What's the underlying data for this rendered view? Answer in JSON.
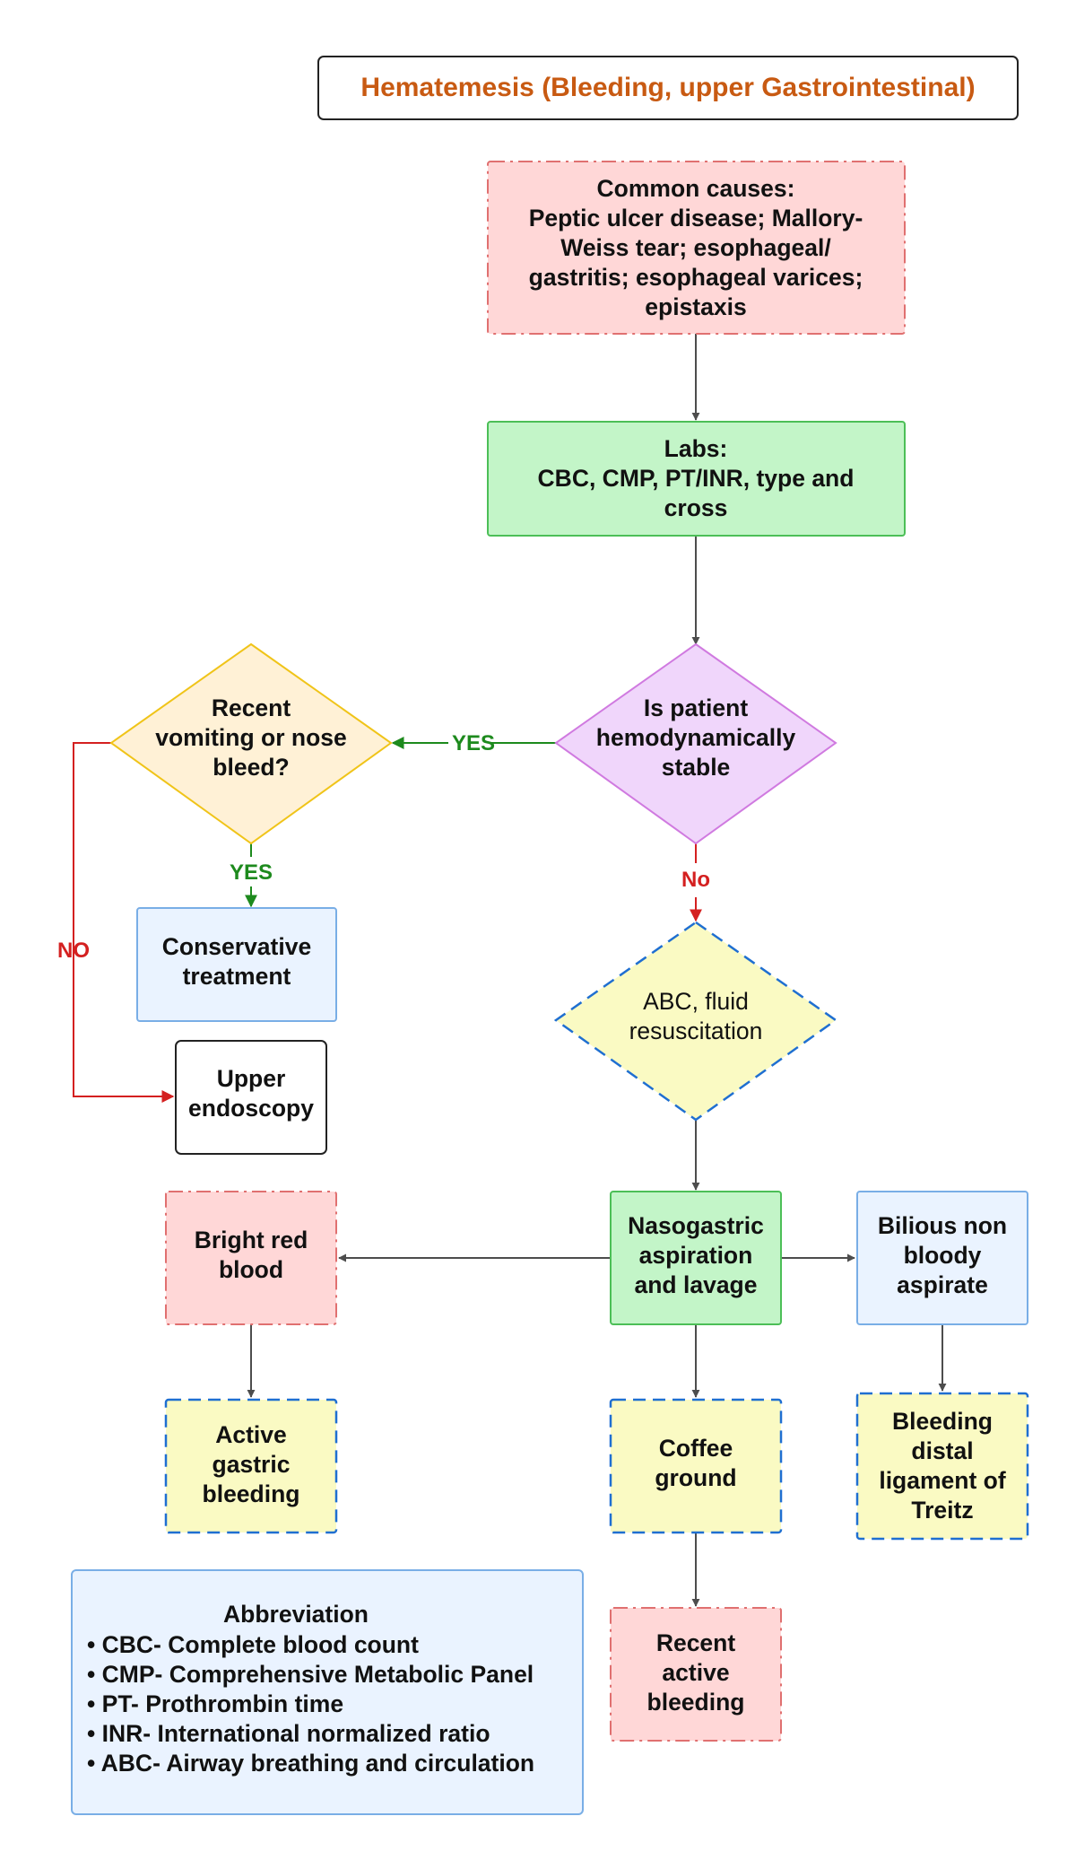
{
  "title": "Hematemesis (Bleeding, upper Gastrointestinal)",
  "colors": {
    "title_text": "#c85a12",
    "pink_fill": "#ffd7d7",
    "pink_stroke": "#e07070",
    "green_fill": "#c3f5c8",
    "green_stroke": "#4cbf57",
    "purple_fill": "#f0d6fb",
    "purple_stroke": "#d07ae0",
    "orange_fill": "#fff1d6",
    "orange_stroke": "#f0c419",
    "yellow_fill": "#fafac3",
    "yellow_stroke": "#1f6fd1",
    "blue_fill": "#eaf3ff",
    "blue_stroke": "#79aee6",
    "yes_color": "#1d8a1d",
    "no_color": "#d42020",
    "link_blue": "#1a6fd6",
    "arrow_gray": "#4d4d4d"
  },
  "nodes": {
    "causes": [
      "Common causes:",
      "Peptic ulcer disease; Mallory-",
      "Weiss tear; esophageal/",
      "gastritis; esophageal varices;",
      "epistaxis"
    ],
    "labs": [
      "Labs:",
      "CBC, CMP, PT/INR, type and",
      "cross"
    ],
    "stable_question": [
      "Is patient",
      "hemodynamically",
      "stable"
    ],
    "vomiting_question": [
      "Recent",
      "vomiting or nose",
      "bleed?"
    ],
    "conservative": [
      "Conservative",
      "treatment"
    ],
    "endoscopy": [
      "Upper",
      "endoscopy"
    ],
    "abc": [
      "ABC, fluid",
      "resuscitation"
    ],
    "nasogastric": [
      "Nasogastric",
      "aspiration",
      "and lavage"
    ],
    "bright_red": [
      "Bright red",
      "blood"
    ],
    "bilious": [
      "Bilious non",
      "bloody",
      "aspirate"
    ],
    "active_gastric": [
      "Active",
      "gastric",
      "bleeding"
    ],
    "coffee_ground": [
      "Coffee",
      "ground"
    ],
    "treitz": [
      "Bleeding",
      "distal",
      "ligament of",
      "Treitz"
    ],
    "recent_active": [
      "Recent",
      "active",
      "bleeding"
    ]
  },
  "edge_labels": {
    "stable_yes": "YES",
    "stable_no": "No",
    "vomit_yes": "YES",
    "vomit_no": "NO"
  },
  "abbreviations": {
    "heading": "Abbreviation",
    "items": [
      "• CBC- Complete blood count",
      "• CMP- Comprehensive Metabolic Panel",
      "• PT- Prothrombin time",
      "• INR- International normalized ratio",
      "• ABC- Airway breathing and circulation"
    ]
  }
}
